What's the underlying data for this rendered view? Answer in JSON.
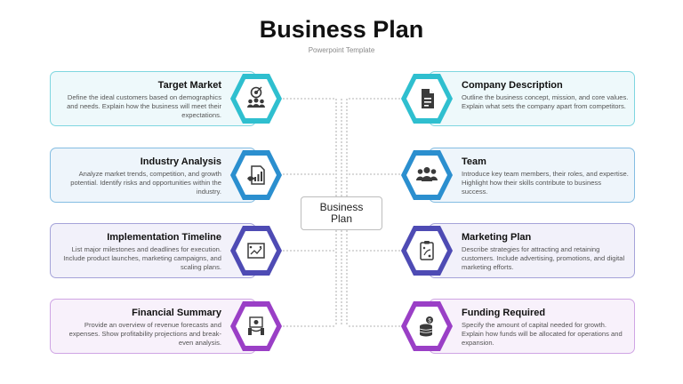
{
  "header": {
    "title": "Business Plan",
    "subtitle": "Powerpoint Template"
  },
  "center": {
    "line1": "Business",
    "line2": "Plan"
  },
  "colors": {
    "c1": "#2fbfcf",
    "c2": "#2b8fcf",
    "c3": "#4e4bb4",
    "c4": "#9a3fc6"
  },
  "items": [
    {
      "title": "Target Market",
      "desc": "Define the ideal customers based on demographics and needs. Explain how the business will meet their expectations.",
      "icon": "target-audience-icon"
    },
    {
      "title": "Industry Analysis",
      "desc": "Analyze market trends, competition, and growth potential. Identify risks and opportunities within the industry.",
      "icon": "analysis-icon"
    },
    {
      "title": "Implementation Timeline",
      "desc": "List major milestones and deadlines for execution. Include product launches, marketing campaigns, and scaling plans.",
      "icon": "timeline-map-icon"
    },
    {
      "title": "Financial Summary",
      "desc": "Provide an overview of revenue forecasts and expenses. Show profitability projections and break-even analysis.",
      "icon": "finance-icon"
    },
    {
      "title": "Company Description",
      "desc": "Outline the business concept, mission, and core values. Explain what sets the company apart from competitors.",
      "icon": "document-icon"
    },
    {
      "title": "Team",
      "desc": "Introduce key team members, their roles, and expertise. Highlight how their skills contribute to business success.",
      "icon": "team-icon"
    },
    {
      "title": "Marketing Plan",
      "desc": "Describe strategies for attracting and retaining customers. Include advertising, promotions, and digital marketing efforts.",
      "icon": "strategy-clipboard-icon"
    },
    {
      "title": "Funding Required",
      "desc": "Specify the amount of capital needed for growth. Explain how funds will be allocated for operations and expansion.",
      "icon": "money-stack-icon"
    }
  ]
}
